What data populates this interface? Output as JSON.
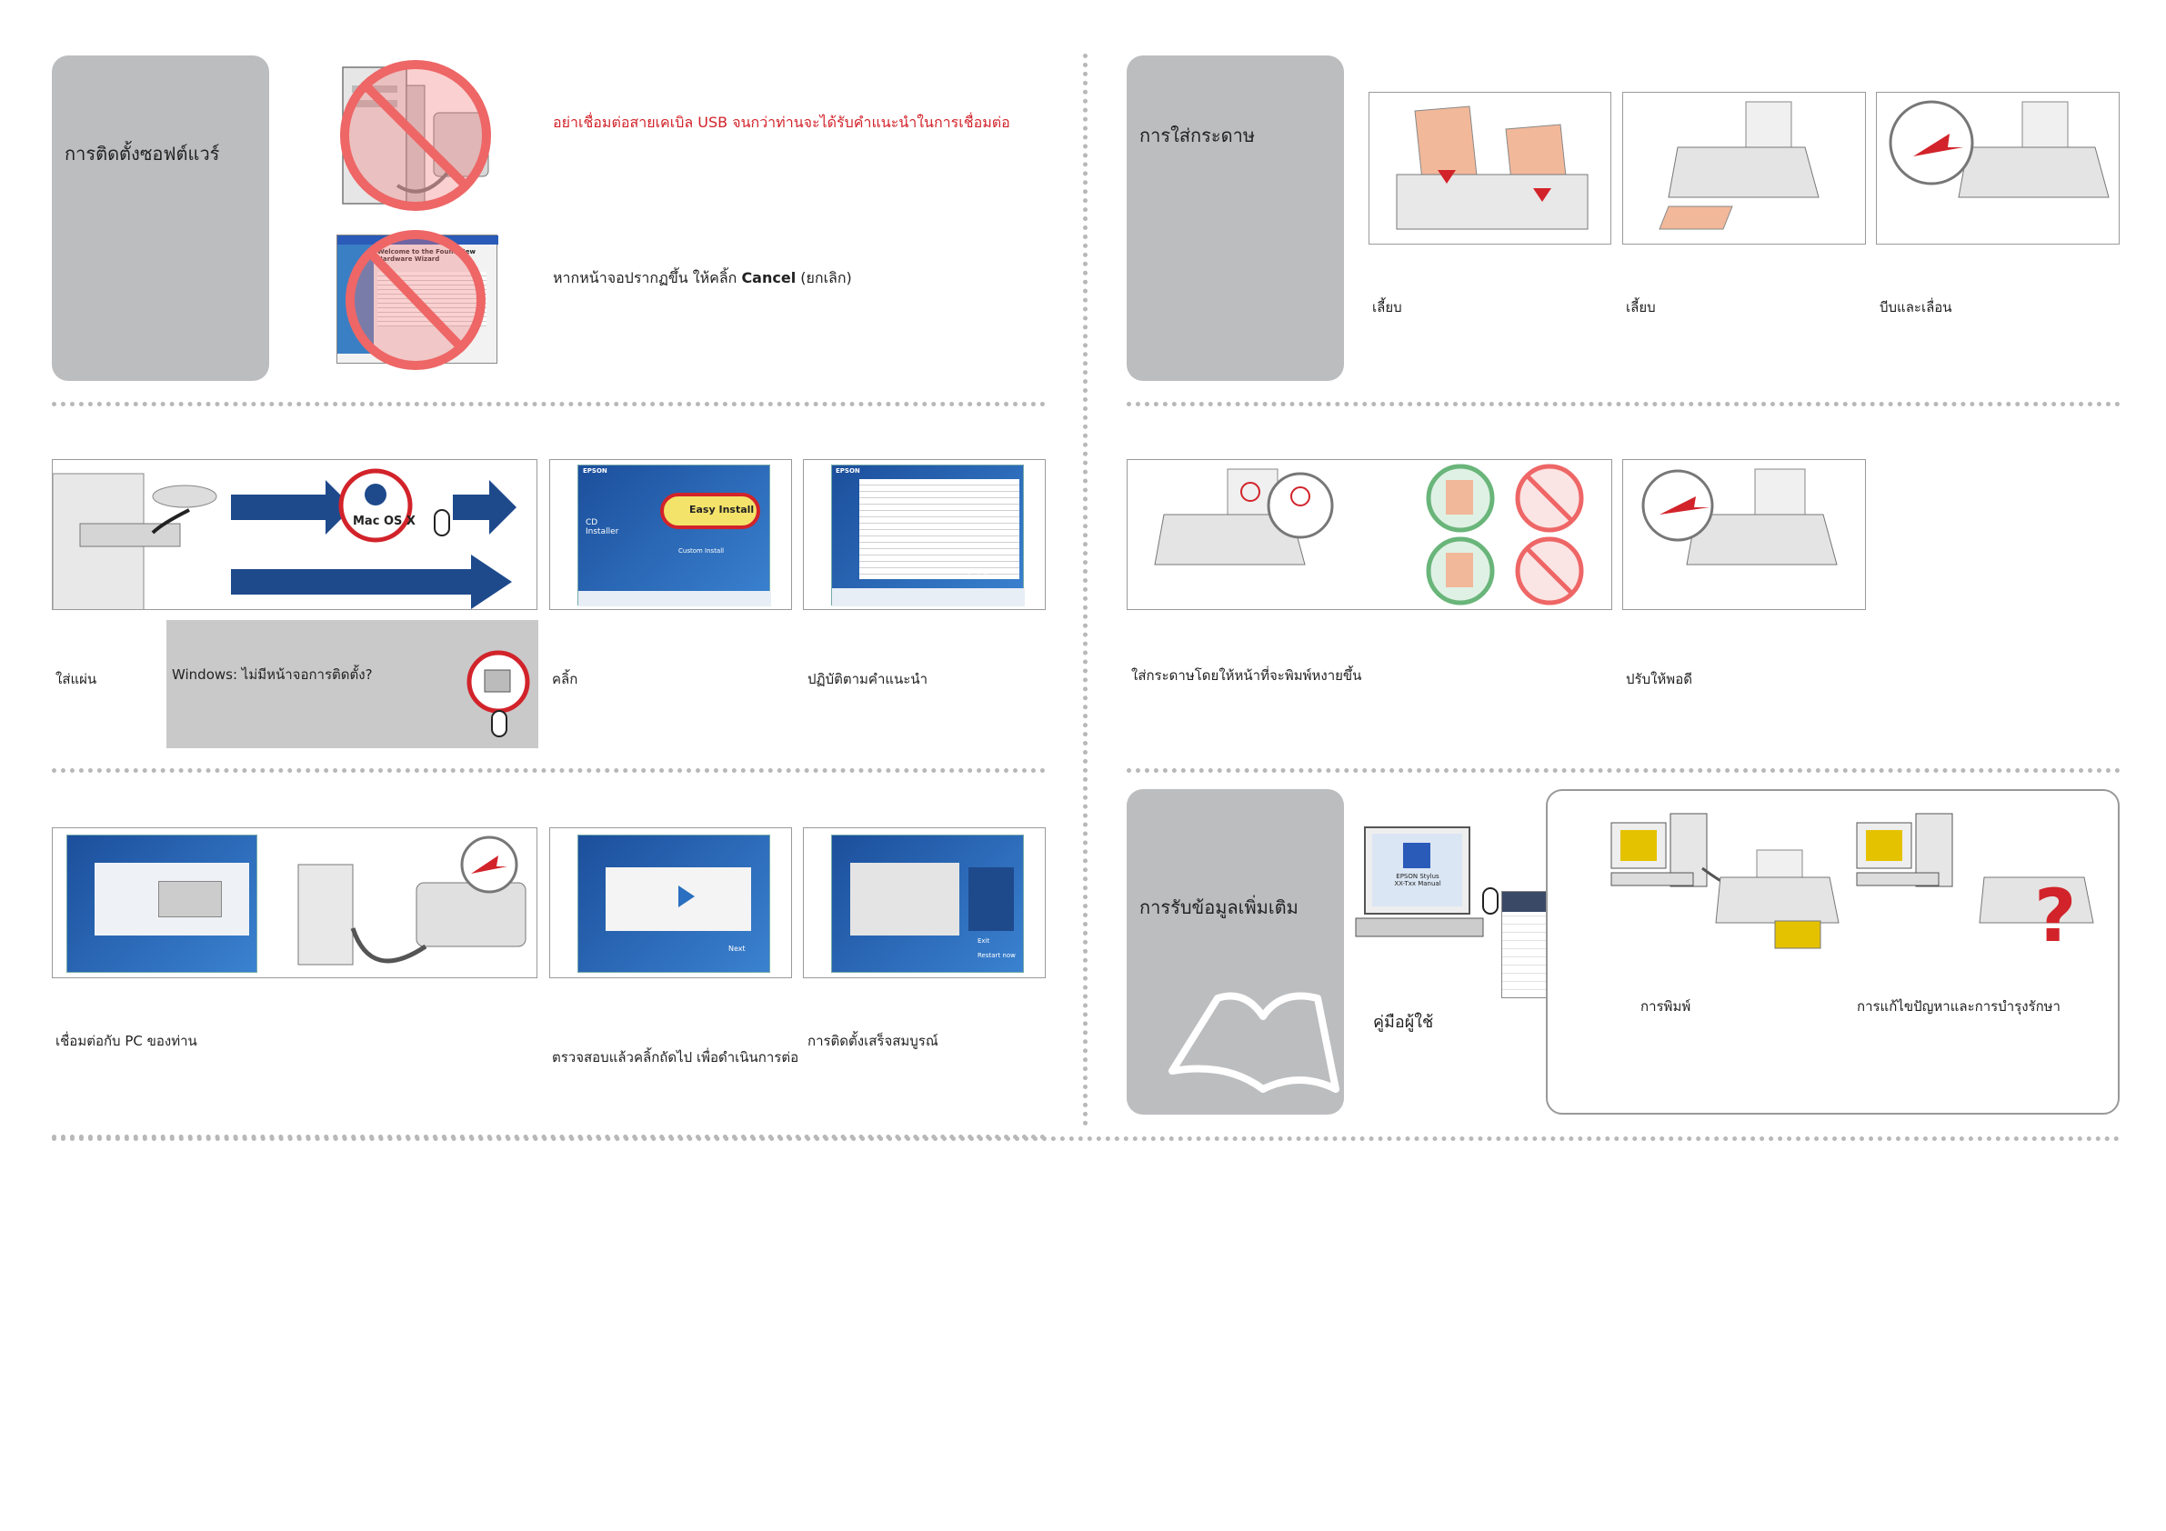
{
  "left": {
    "software_install": {
      "title": "การติดตั้งซอฟต์แวร์",
      "warning_text": "อย่าเชื่อมต่อสายเคเบิล USB จนกว่าท่านจะได้รับคำแนะนำในการเชื่อมต่อ",
      "cancel_text_prefix": "หากหน้าจอปรากฏขึ้น ให้คลิ้ก ",
      "cancel_text_bold": "Cancel",
      "cancel_text_suffix": " (ยกเลิก)",
      "wizard_title": "Welcome to the Found New Hardware Wizard"
    },
    "step2": {
      "insert_disc": "ใส่แผ่น",
      "windows_note": "Windows: ไม่มีหน้าจอการติดตั้ง?",
      "click": "คลิ้ก",
      "follow": "ปฏิบัติตามคำแนะนำ",
      "mac_os_label": "Mac OS X",
      "easy_install_label": "Easy Install",
      "custom_install_label": "Custom Install",
      "install_label": "Install",
      "cd_installer_label": "CD Installer",
      "epson_brand": "EPSON"
    },
    "step3": {
      "connect_pc": "เชื่อมต่อกับ PC ของท่าน",
      "check_next": "ตรวจสอบแล้วคลิ้กถัดไป  เพื่อดำเนินการต่อ",
      "complete": "การติดตั้งเสร็จสมบูรณ์",
      "next_label": "Next",
      "restart_label": "Restart now",
      "exit_label": "Exit"
    }
  },
  "right": {
    "paper_load": {
      "title": "การใส่กระดาษ",
      "cap1": "เลี้ยบ",
      "cap2": "เลี้ยบ",
      "cap3": "บีบและเลื่อน"
    },
    "step2": {
      "load_face_up": "ใส่กระดาษโดยให้หน้าที่จะพิมพ์หงายขึ้น",
      "adjust": "ปรับให้พอดี"
    },
    "more_info": {
      "title": "การรับข้อมูลเพิ่มเติม",
      "user_guide": "คู่มือผู้ใช้",
      "printing": "การพิมพ์",
      "troubleshoot": "การแก้ไขปัญหาและการบำรุงรักษา",
      "manual_label": "EPSON Stylus XX-Txx Manual"
    }
  },
  "colors": {
    "panel_gray": "#bcbdbf",
    "warning_red": "#d2232a",
    "arrow_blue": "#1e4a8c",
    "prohibit_red": "#e03c3c"
  }
}
